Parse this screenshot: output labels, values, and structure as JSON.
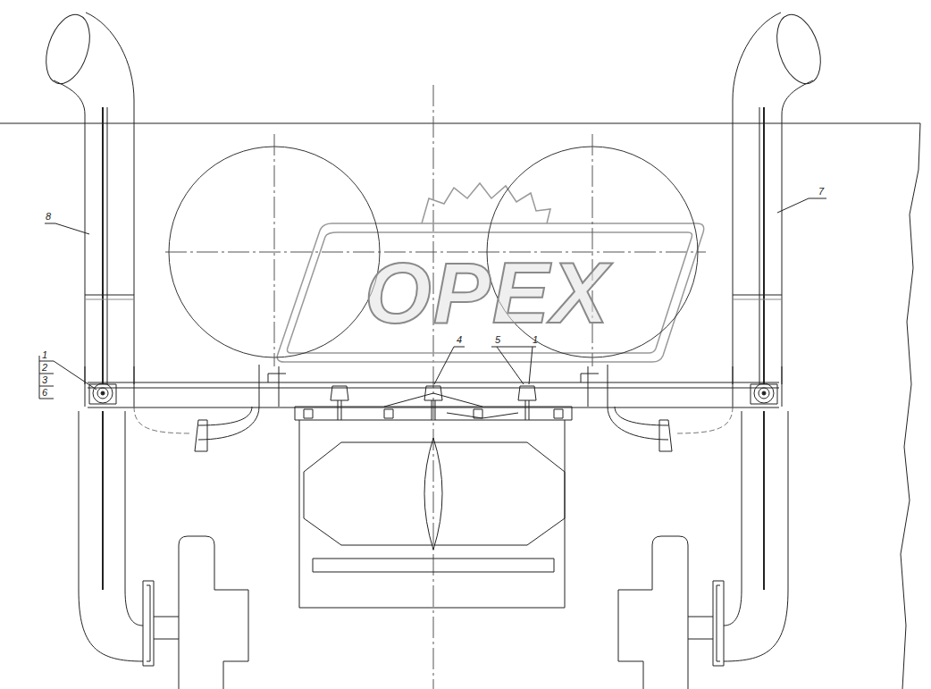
{
  "diagram": {
    "labels": [
      "1",
      "2",
      "3",
      "6",
      "8",
      "7",
      "4",
      "5",
      "1",
      "OPEX"
    ]
  }
}
